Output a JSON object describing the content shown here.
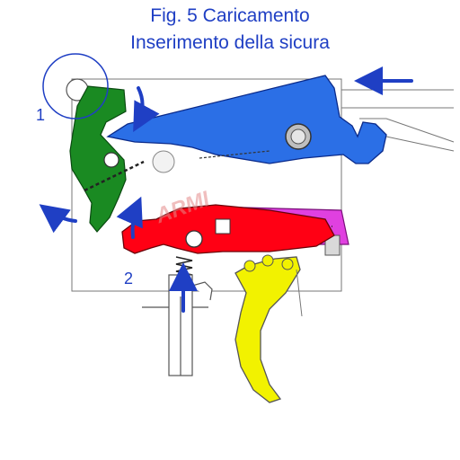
{
  "figure": {
    "title_line1": "Fig. 5 Caricamento",
    "title_line2": "Inserimento della sicura"
  },
  "callouts": [
    {
      "label": "1"
    },
    {
      "label": "2"
    }
  ],
  "watermark": {
    "text": "ARMI"
  },
  "parts": {
    "hammer": {
      "name": "green-hammer",
      "color": "#1a8a22"
    },
    "bolt_lever": {
      "name": "blue-lever",
      "color": "#2b6fe6"
    },
    "sear": {
      "name": "red-sear",
      "color": "#ff0014"
    },
    "safety_slide": {
      "name": "magenta-slide",
      "color": "#e040e0"
    },
    "trigger": {
      "name": "yellow-trigger",
      "color": "#f2f200"
    }
  },
  "arrow_color": "#1f3fc4"
}
